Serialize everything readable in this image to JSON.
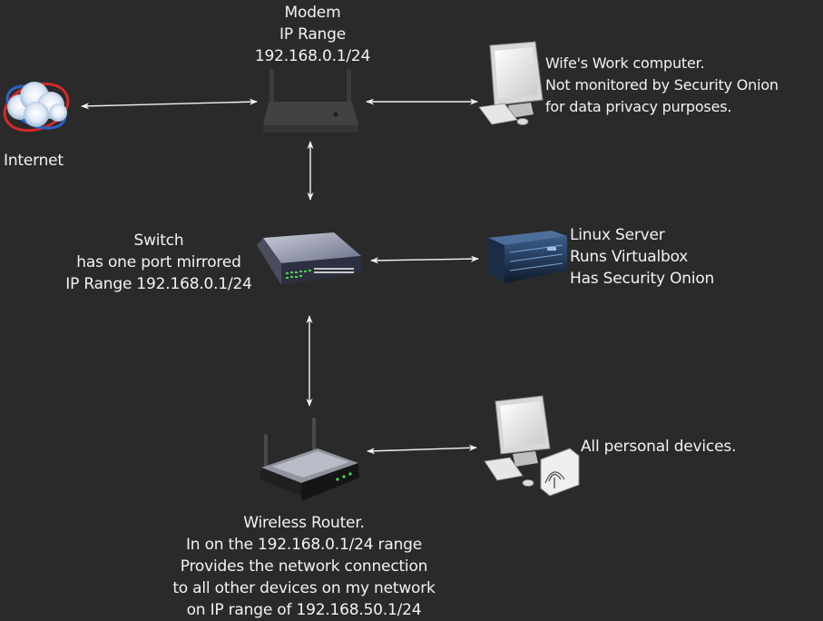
{
  "background": "#2a2a2a",
  "text_color": "#f2f2f2",
  "nodes": {
    "modem": {
      "icon": "modem-icon",
      "label_lines": [
        "Modem",
        "IP Range",
        "192.168.0.1/24"
      ]
    },
    "internet": {
      "icon": "internet-cloud-icon",
      "label_lines": [
        "Internet"
      ]
    },
    "wife_computer": {
      "icon": "desktop-computer-icon",
      "label_lines": [
        "Wife's Work computer.",
        "Not monitored by Security Onion",
        "for data privacy purposes."
      ]
    },
    "switch": {
      "icon": "network-switch-icon",
      "label_lines": [
        "Switch",
        "has one port mirrored",
        "IP Range 192.168.0.1/24"
      ]
    },
    "linux_server": {
      "icon": "rack-server-icon",
      "label_lines": [
        "Linux Server",
        "Runs Virtualbox",
        "Has Security Onion"
      ]
    },
    "wireless_router": {
      "icon": "wireless-router-icon",
      "label_lines": [
        "Wireless Router.",
        "In on the 192.168.0.1/24 range",
        "Provides the network connection",
        "to all other devices on my network",
        "on IP range of 192.168.50.1/24"
      ]
    },
    "personal_devices": {
      "icon": "wireless-computer-icon",
      "label_lines": [
        "All personal devices."
      ]
    }
  },
  "connections": [
    {
      "from": "internet",
      "to": "modem",
      "direction": "both"
    },
    {
      "from": "modem",
      "to": "wife_computer",
      "direction": "both"
    },
    {
      "from": "modem",
      "to": "switch",
      "direction": "both"
    },
    {
      "from": "switch",
      "to": "linux_server",
      "direction": "both"
    },
    {
      "from": "switch",
      "to": "wireless_router",
      "direction": "both"
    },
    {
      "from": "wireless_router",
      "to": "personal_devices",
      "direction": "both"
    }
  ]
}
